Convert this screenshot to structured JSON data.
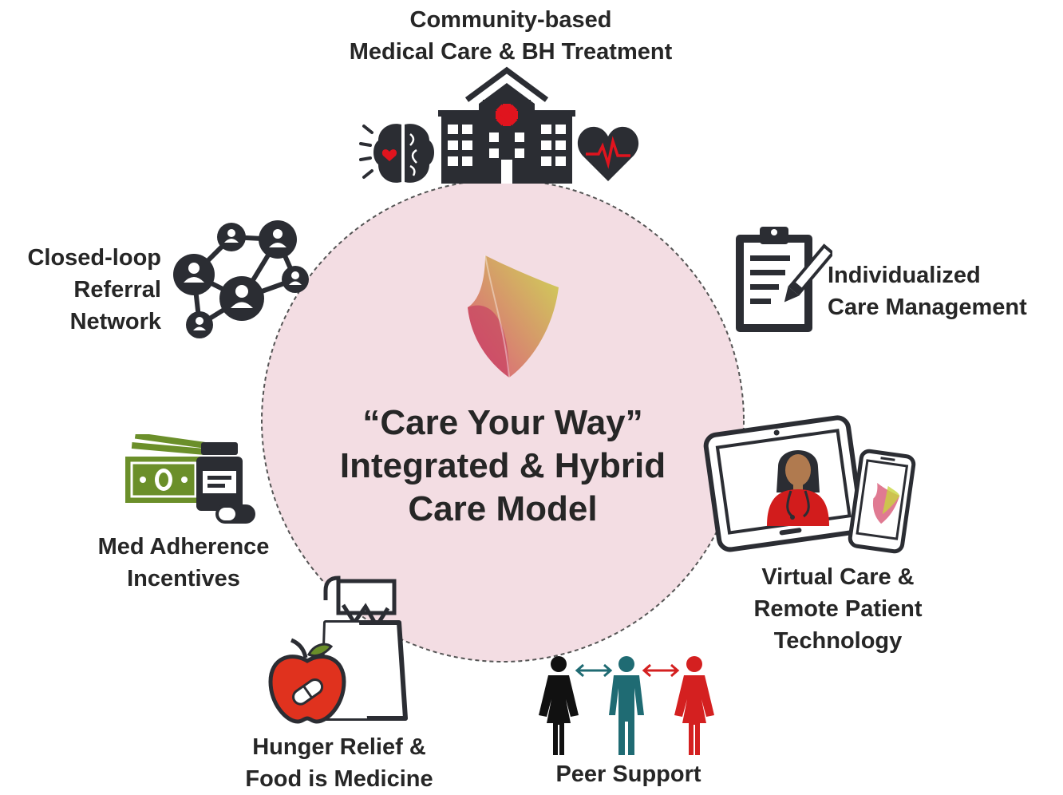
{
  "center": {
    "line1": "“Care Your Way”",
    "line2": "Integrated & Hybrid",
    "line3": "Care Model"
  },
  "services": {
    "community": {
      "line1": "Community-based",
      "line2": "Medical Care & BH Treatment"
    },
    "care_mgmt": {
      "line1": "Individualized",
      "line2": "Care Management"
    },
    "virtual": {
      "line1": "Virtual Care &",
      "line2": "Remote Patient",
      "line3": "Technology"
    },
    "peer": {
      "line1": "Peer Support"
    },
    "hunger": {
      "line1": "Hunger Relief &",
      "line2": "Food is Medicine"
    },
    "med": {
      "line1": "Med Adherence",
      "line2": "Incentives"
    },
    "referral": {
      "line1": "Closed-loop",
      "line2": "Referral",
      "line3": "Network"
    }
  },
  "colors": {
    "circle_fill": "#f3dde3",
    "icon_dark": "#2b2d33",
    "accent_red": "#e0141e",
    "teal": "#1f6b73",
    "money_green": "#6b8f2a"
  },
  "icons": [
    "brain-icon",
    "hospital-icon",
    "heart-pulse-icon",
    "network-icon",
    "clipboard-icon",
    "money-icon",
    "pill-bottle-icon",
    "tablet-icon",
    "phone-icon",
    "grocery-bag-icon",
    "apple-icon",
    "people-icon",
    "logo-shield"
  ]
}
